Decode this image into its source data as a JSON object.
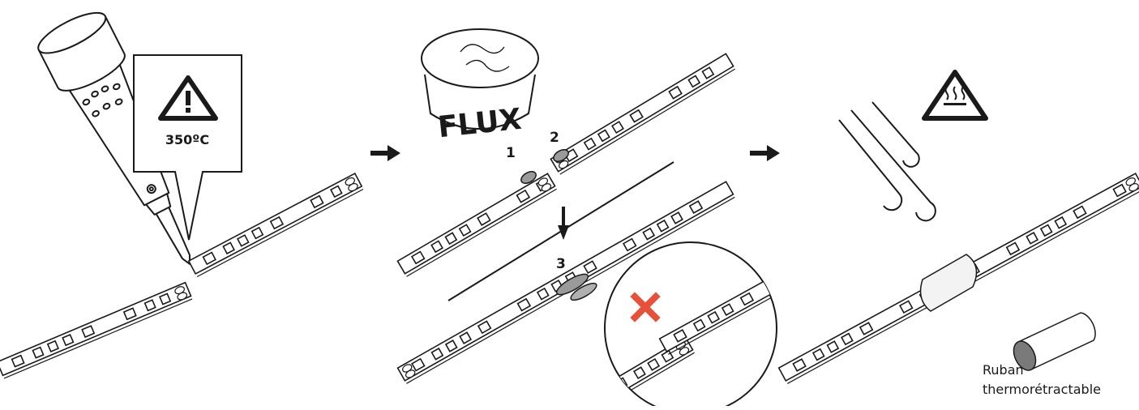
{
  "step1": {
    "warning_temperature": "350ºC"
  },
  "step2": {
    "jar_label": "FLUX",
    "markers": {
      "one": "1",
      "two": "2",
      "three": "3"
    }
  },
  "step3": {
    "tape_label_line1": "Ruban",
    "tape_label_line2": "thermorétractable"
  },
  "colors": {
    "line": "#1a1a1a",
    "solder": "#9a9a9a",
    "error_cross": "#e8503a",
    "heat_tube": "#f3f3f3"
  },
  "icons": [
    "soldering-iron-icon",
    "warning-icon",
    "flux-jar-icon",
    "next-step-arrow-icon",
    "down-arrow-icon",
    "error-cross-icon",
    "hot-surface-icon",
    "hot-air-icon",
    "heat-shrink-tube-icon"
  ]
}
